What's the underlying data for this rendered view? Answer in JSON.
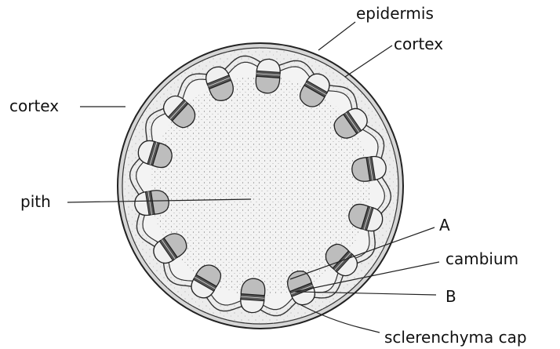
{
  "labels": {
    "epidermis": "epidermis",
    "cortex_top": "cortex",
    "cortex_left": "cortex",
    "pith": "pith",
    "a": "A",
    "cambium": "cambium",
    "b": "B",
    "sclerenchyma_cap": "sclerenchyma cap"
  },
  "colors": {
    "outline": "#222222",
    "cortex_fill": "#e8e8e8",
    "pith_fill": "#f2f2f2",
    "bundle_light": "#f0f0f0",
    "bundle_mid": "#bdbdbd",
    "bundle_dark": "#555555"
  }
}
